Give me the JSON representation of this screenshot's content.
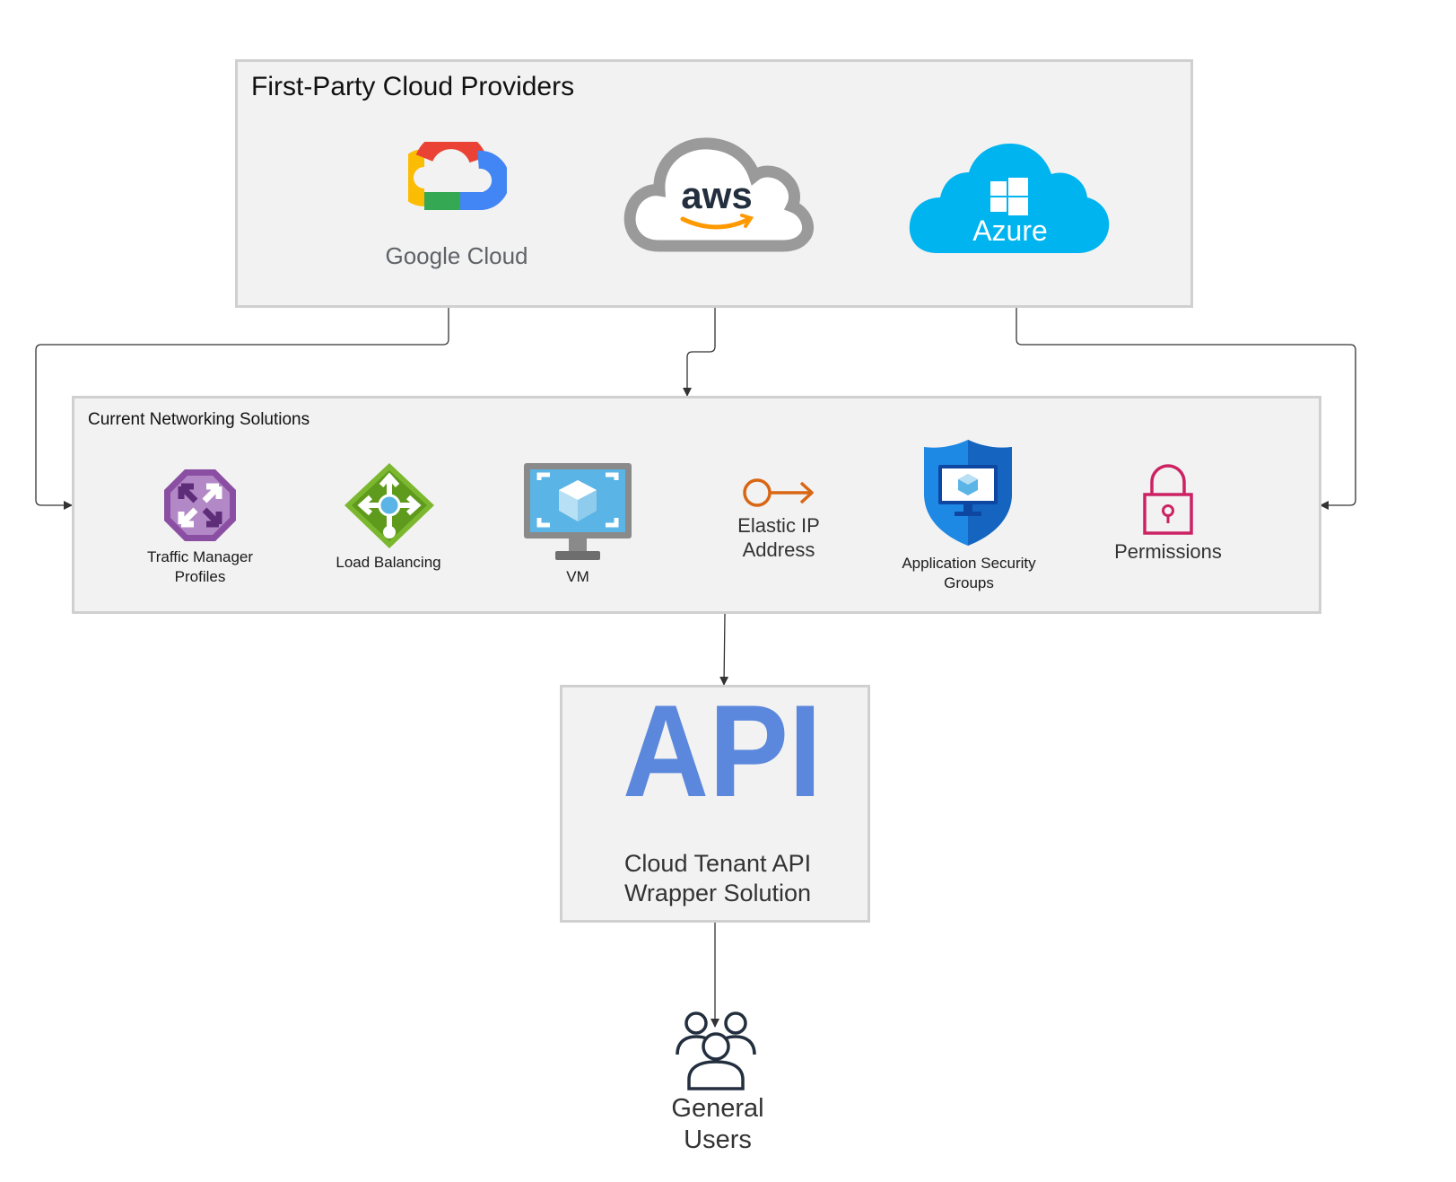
{
  "providers": {
    "title": "First-Party Cloud Providers",
    "google": {
      "brand": "Google Cloud",
      "icon": "google-cloud-logo-icon"
    },
    "aws": {
      "brand": "aws",
      "icon": "aws-cloud-logo-icon"
    },
    "azure": {
      "brand": "Azure",
      "icon": "azure-cloud-logo-icon"
    }
  },
  "networking": {
    "title": "Current Networking Solutions",
    "items": [
      {
        "label_line1": "Traffic Manager",
        "label_line2": "Profiles",
        "icon": "traffic-manager-icon",
        "color": "#8a4fa3"
      },
      {
        "label": "Load Balancing",
        "icon": "load-balancer-icon",
        "color": "#7cb82f"
      },
      {
        "label": "VM",
        "icon": "virtual-machine-icon",
        "color": "#5ab4e5"
      },
      {
        "label_line1": "Elastic IP",
        "label_line2": "Address",
        "icon": "elastic-ip-key-icon",
        "color": "#d86613"
      },
      {
        "label_line1": "Application Security",
        "label_line2": "Groups",
        "icon": "security-shield-icon",
        "color": "#1e88e5"
      },
      {
        "label": "Permissions",
        "icon": "padlock-icon",
        "color": "#cc2264"
      }
    ]
  },
  "api": {
    "logo": "API",
    "label_line1": "Cloud Tenant API",
    "label_line2": "Wrapper Solution",
    "color": "#5b87dd"
  },
  "users": {
    "label_line1": "General",
    "label_line2": "Users",
    "icon": "users-group-icon"
  }
}
